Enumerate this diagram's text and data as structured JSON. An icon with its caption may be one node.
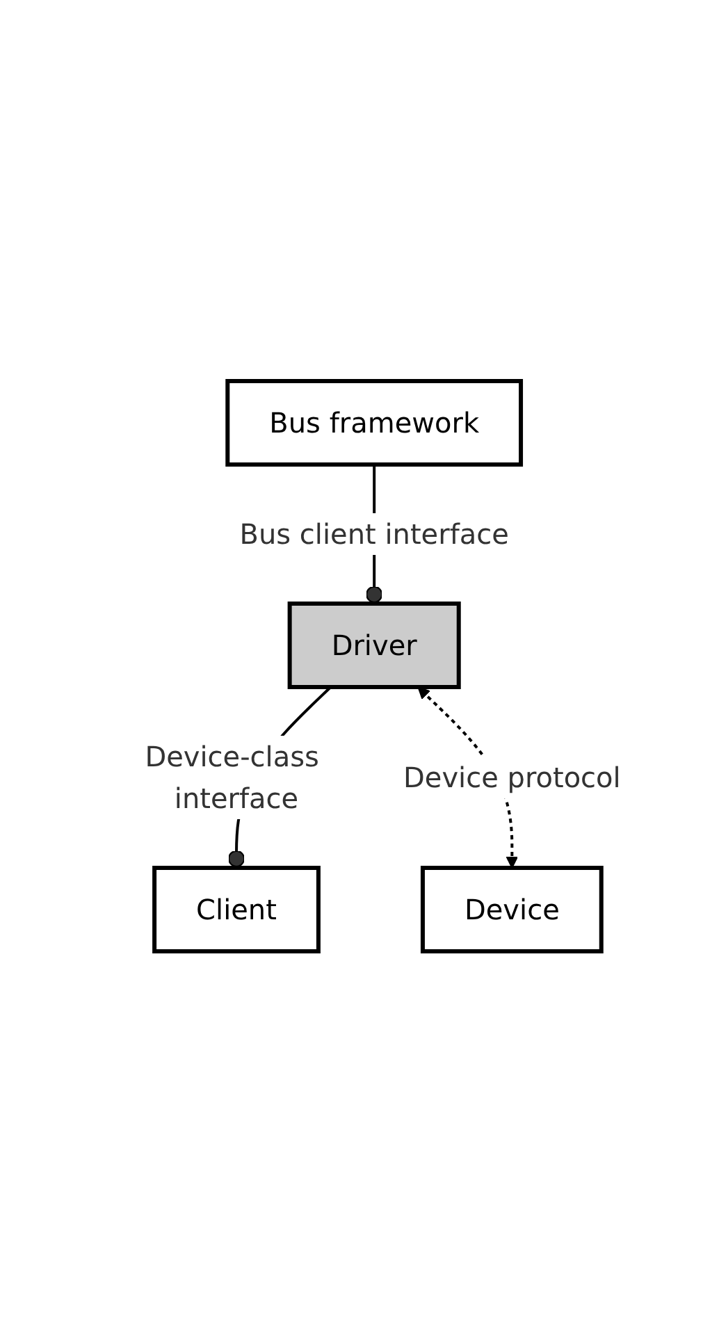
{
  "diagram": {
    "nodes": [
      {
        "text": [
          "Client"
        ]
      },
      {
        "text": [
          "Driver"
        ]
      },
      {
        "text": [
          "Bus framework"
        ]
      },
      {
        "text": [
          "Device"
        ]
      }
    ],
    "edges": [
      {
        "from": 1,
        "to": 0,
        "arrow": "other",
        "label": "Device-class interface"
      },
      {
        "from": 2,
        "to": 1,
        "arrow": "other",
        "label": "Bus client interface"
      },
      {
        "from": 1,
        "to": 3,
        "arrow": "both",
        "style": "dashed",
        "label": "Device protocol"
      }
    ]
  }
}
